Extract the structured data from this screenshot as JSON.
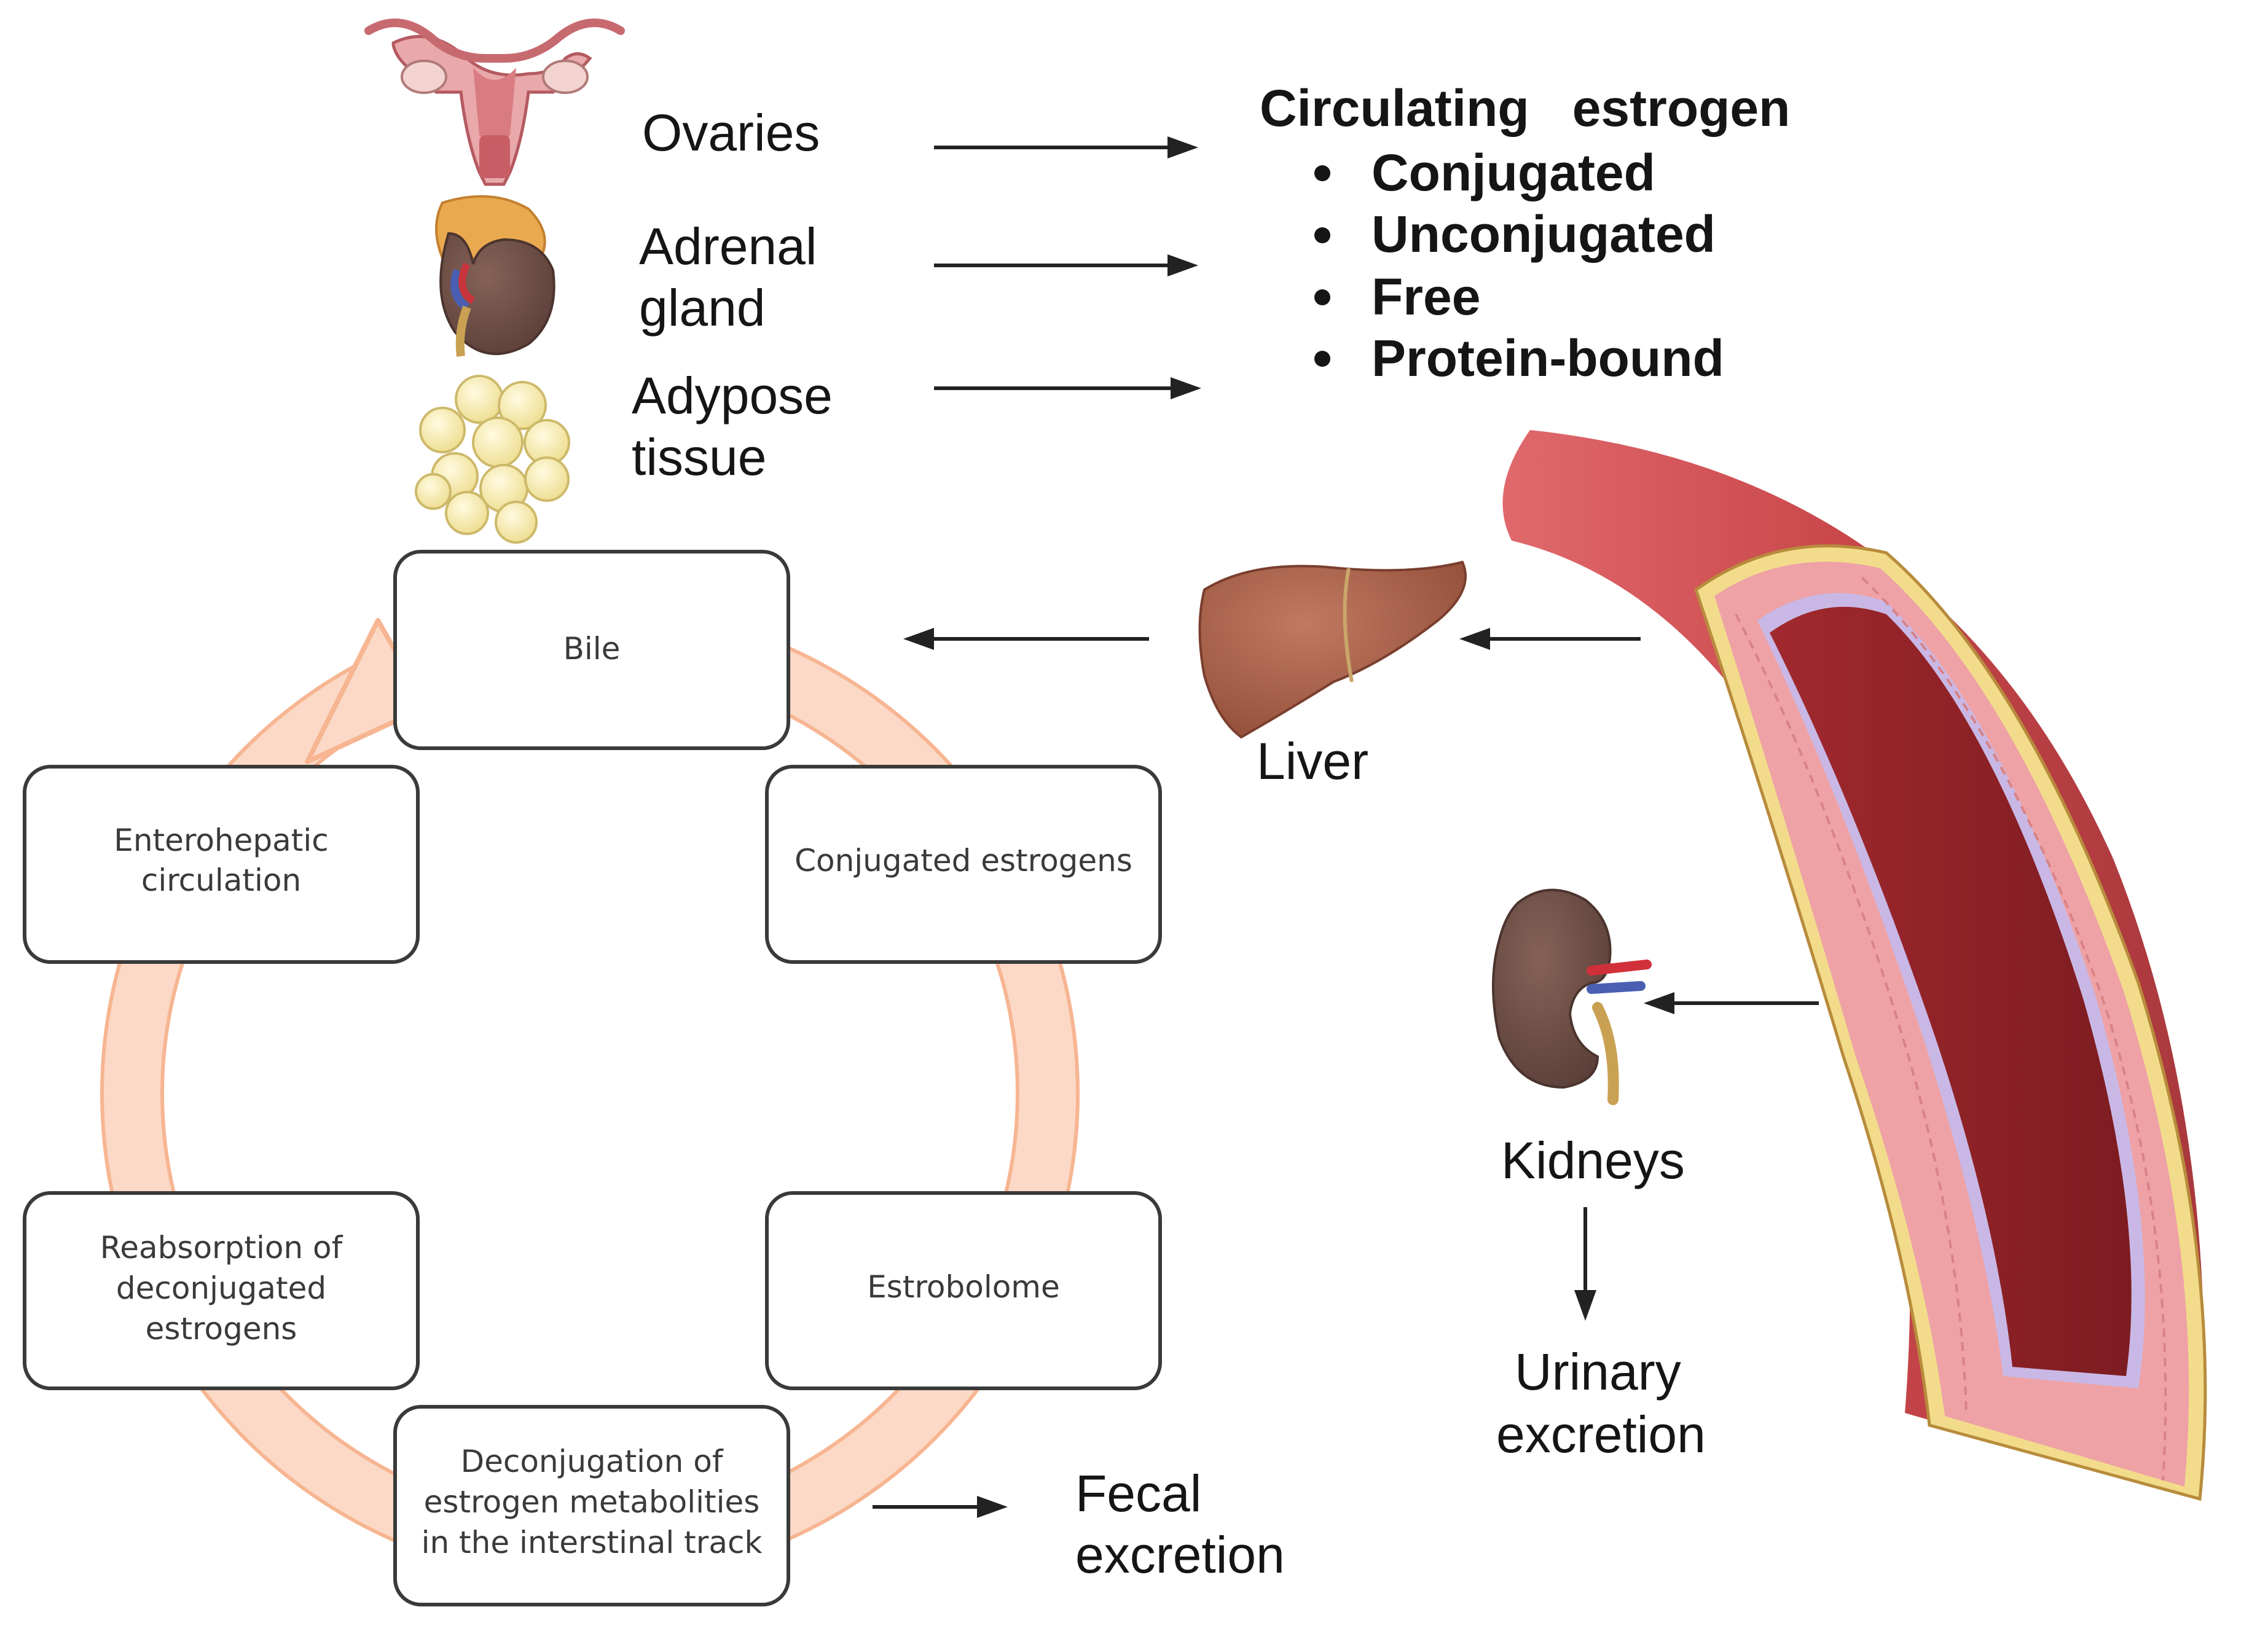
{
  "sources": {
    "ovaries": "Ovaries",
    "adrenal_line1": "Adrenal",
    "adrenal_line2": "gland",
    "adipose_line1": "Adypose",
    "adipose_line2": "tissue"
  },
  "circulating": {
    "title": "Circulating   estrogen",
    "items": [
      "Conjugated",
      "Unconjugated",
      "Free",
      "Protein-bound"
    ]
  },
  "organs": {
    "liver": "Liver",
    "kidneys": "Kidneys",
    "urinary_line1": "Urinary",
    "urinary_line2": "excretion",
    "fecal_line1": "Fecal",
    "fecal_line2": "excretion"
  },
  "cycle": {
    "bile": "Bile",
    "conjugated": "Conjugated estrogens",
    "estrobolome": "Estrobolome",
    "deconj_line1": "Deconjugation of",
    "deconj_line2": "estrogen metabolities",
    "deconj_line3": "in the interstinal track",
    "reabs_line1": "Reabsorption of",
    "reabs_line2": "deconjugated",
    "reabs_line3": "estrogens",
    "entero_line1": "Enterohepatic",
    "entero_line2": "circulation"
  },
  "colors": {
    "cycle_ring": "#fbd9c6",
    "cycle_ring_edge": "#f7b592",
    "vessel_outer": "#c8464a",
    "vessel_lumen": "#8f2227",
    "vessel_wall": "#eea2a5",
    "vessel_yellow": "#f2dc8c",
    "liver": "#a65b45",
    "kidney": "#6a4c43",
    "fat": "#f7edb5"
  }
}
